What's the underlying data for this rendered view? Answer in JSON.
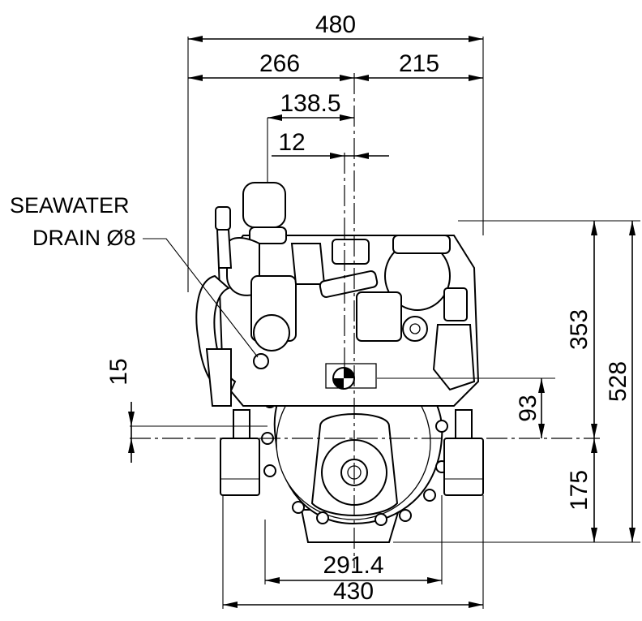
{
  "dimensions": {
    "overall_width": "480",
    "left_to_center": "266",
    "right_of_center": "215",
    "turbo_offset": "138.5",
    "cog_offset": "12",
    "mount_height": "15",
    "cog_height": "93",
    "top_to_mount": "353",
    "overall_height": "528",
    "below_mount": "175",
    "flywheel_housing_width": "291.4",
    "mount_width": "430"
  },
  "labels": {
    "seawater_drain_line1": "SEAWATER",
    "seawater_drain_line2": "DRAIN Ø8"
  }
}
